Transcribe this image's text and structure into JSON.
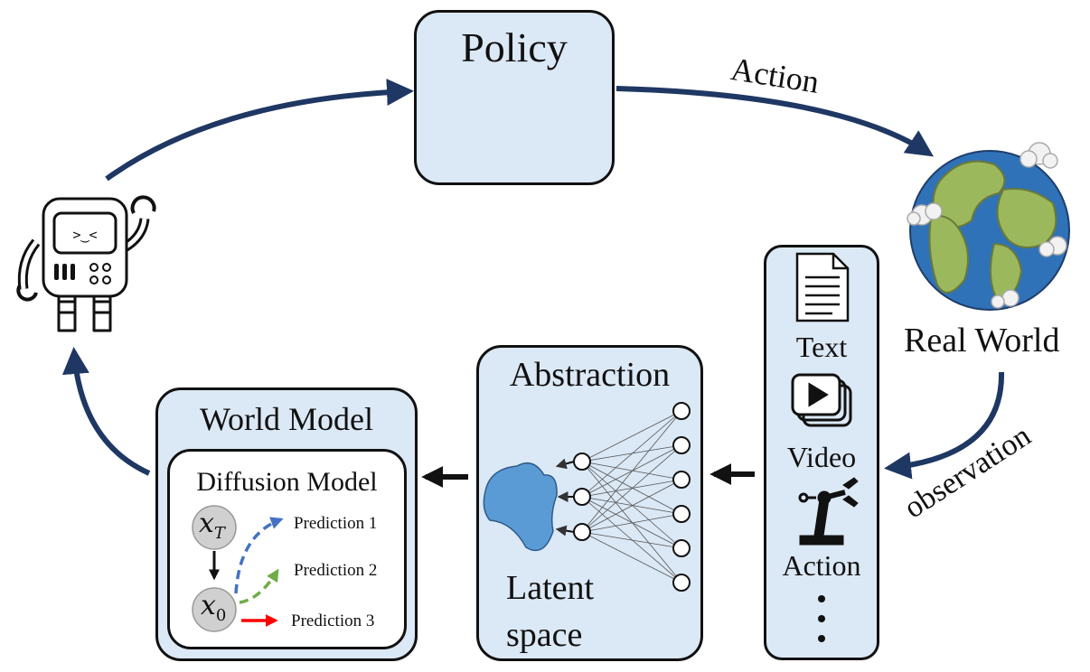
{
  "policy": {
    "title": "Policy",
    "icon": "lightbulb-scales-icon"
  },
  "arrows": {
    "action_label": "Action",
    "observation_label": "observation"
  },
  "agent": {
    "icon": "robot-icon"
  },
  "real_world": {
    "label": "Real World",
    "icon": "globe-icon"
  },
  "modalities": {
    "text": "Text",
    "video": "Video",
    "action": "Action",
    "icons": [
      "document-icon",
      "video-play-icon",
      "robot-arm-icon",
      "ellipsis-icon"
    ]
  },
  "abstraction": {
    "title": "Abstraction",
    "latent_line1": "Latent",
    "latent_line2": "space"
  },
  "world_model": {
    "title": "World Model",
    "diffusion_title": "Diffusion Model",
    "x_t": "x",
    "x_t_sub": "T",
    "x_0": "x",
    "x_0_sub": "0",
    "predictions": [
      "Prediction 1",
      "Prediction 2",
      "Prediction 3"
    ]
  },
  "colors": {
    "box_fill": "#dbe8f5",
    "cycle_arrow": "#1f3763",
    "latent_blob": "#5b9bd5",
    "prediction_1": "#4472c4",
    "prediction_2": "#70ad47",
    "prediction_3": "#ff0000",
    "globe_ocean": "#2f72b8",
    "globe_land": "#9cb85c"
  }
}
